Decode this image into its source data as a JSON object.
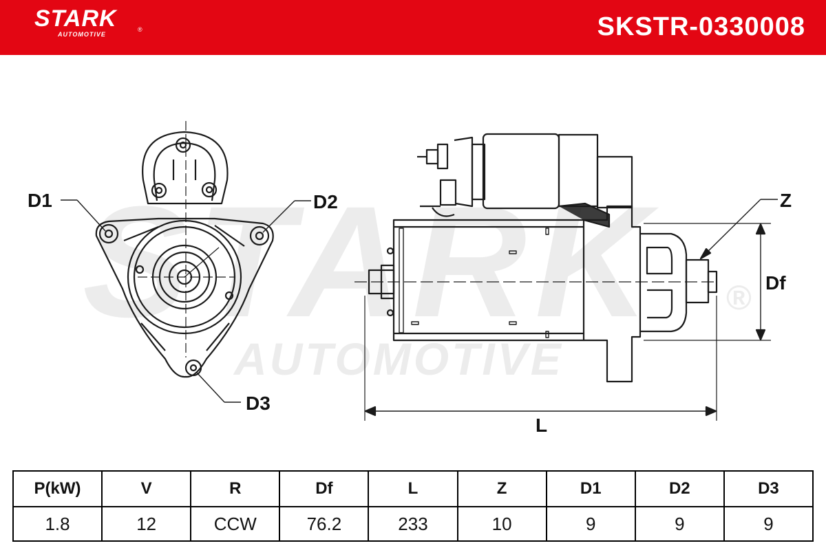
{
  "header": {
    "logo_main": "STARK",
    "logo_sub": "AUTOMOTIVE",
    "logo_reg": "®",
    "part_number": "SKSTR-0330008"
  },
  "watermark": {
    "main": "STARK",
    "sub": "AUTOMOTIVE",
    "reg": "®"
  },
  "labels": {
    "d1": "D1",
    "d2": "D2",
    "d3": "D3",
    "z": "Z",
    "df": "Df",
    "l": "L"
  },
  "colors": {
    "brand": "#e30613",
    "line": "#1a1a1a",
    "watermark": "#e8e8e8"
  },
  "spec_table": {
    "headers": [
      "P(kW)",
      "V",
      "R",
      "Df",
      "L",
      "Z",
      "D1",
      "D2",
      "D3"
    ],
    "values": [
      "1.8",
      "12",
      "CCW",
      "76.2",
      "233",
      "10",
      "9",
      "9",
      "9"
    ]
  }
}
